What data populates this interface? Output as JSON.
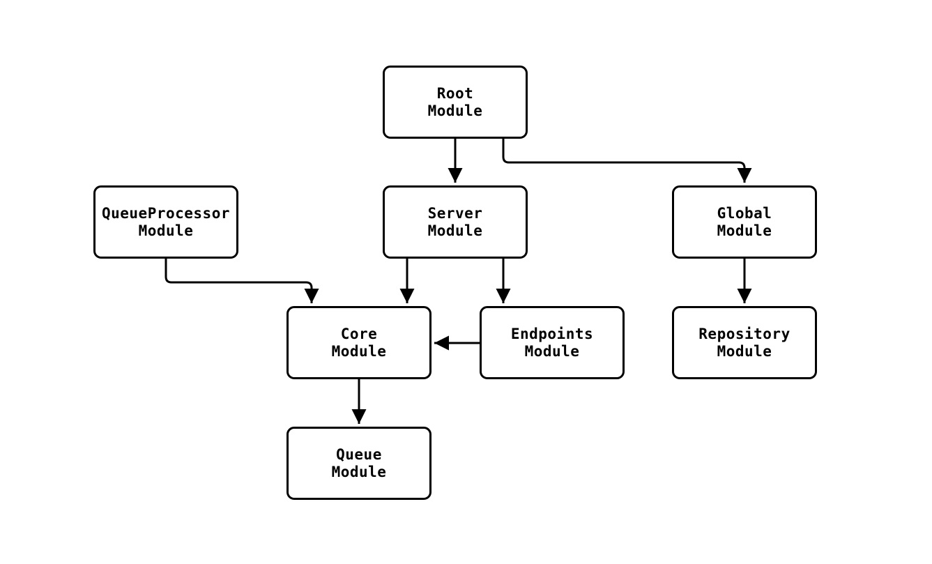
{
  "diagram": {
    "type": "flowchart",
    "background_color": "#ffffff",
    "node_fill_color": "#ffffff",
    "line_color": "#000000",
    "nodes": {
      "root": {
        "label": "Root\nModule"
      },
      "queueprocessor": {
        "label": "QueueProcessor\nModule"
      },
      "server": {
        "label": "Server\nModule"
      },
      "global": {
        "label": "Global\nModule"
      },
      "core": {
        "label": "Core\nModule"
      },
      "endpoints": {
        "label": "Endpoints\nModule"
      },
      "repository": {
        "label": "Repository\nModule"
      },
      "queue": {
        "label": "Queue\nModule"
      }
    },
    "edges": [
      {
        "from": "Root Module",
        "to": "Server Module"
      },
      {
        "from": "Root Module",
        "to": "Global Module"
      },
      {
        "from": "QueueProcessor Module",
        "to": "Core Module"
      },
      {
        "from": "Server Module",
        "to": "Core Module"
      },
      {
        "from": "Server Module",
        "to": "Endpoints Module"
      },
      {
        "from": "Endpoints Module",
        "to": "Core Module"
      },
      {
        "from": "Global Module",
        "to": "Repository Module"
      },
      {
        "from": "Core Module",
        "to": "Queue Module"
      }
    ]
  }
}
